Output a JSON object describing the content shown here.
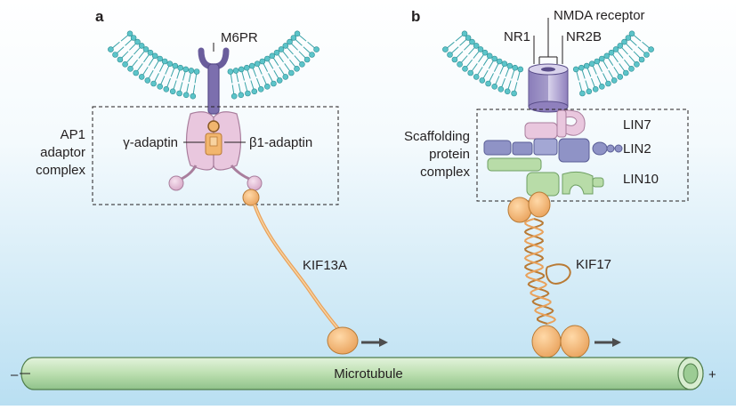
{
  "panels": {
    "a": {
      "letter": "a",
      "receptor": "M6PR",
      "complex_line1": "AP1",
      "complex_line2": "adaptor",
      "complex_line3": "complex",
      "gamma": "γ-adaptin",
      "beta": "β1-adaptin",
      "motor": "KIF13A"
    },
    "b": {
      "letter": "b",
      "receptor": "NMDA receptor",
      "nr1": "NR1",
      "nr2b": "NR2B",
      "complex_line1": "Scaffolding",
      "complex_line2": "protein",
      "complex_line3": "complex",
      "lin7": "LIN7",
      "lin2": "LIN2",
      "lin10": "LIN10",
      "motor": "KIF17"
    }
  },
  "microtubule": {
    "label": "Microtubule",
    "minus": "–",
    "plus": "+"
  },
  "colors": {
    "background_top": "#ffffff",
    "background_bottom": "#b9dff2",
    "membrane": "#5cc4c9",
    "receptor_purple": "#7c6fae",
    "adaptin_pink": "#e9c7de",
    "core_orange": "#f2b66e",
    "lin2_blue": "#8f93c6",
    "lin10_green": "#b8dca8",
    "microtubule_green": "#bcdfb0"
  }
}
